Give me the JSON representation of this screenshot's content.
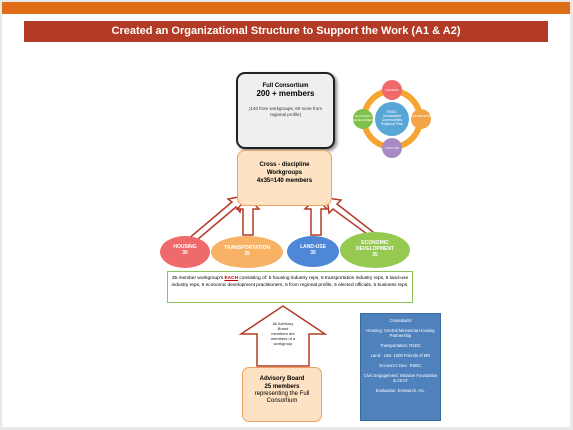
{
  "title": "Created an Organizational Structure to Support the Work (A1 & A2)",
  "full_consortium": {
    "line1": "Full Consortium",
    "line2": "200 + members",
    "line3": "(140 from workgroups, 60 more from regional profile)"
  },
  "cross_discipline": {
    "line1": "Cross - discipline",
    "line2": "Workgroups",
    "line3": "4x35=140 members"
  },
  "workgroups": [
    {
      "label": "HOUSING",
      "count": "35"
    },
    {
      "label": "TRANSPORTATION",
      "count": "35"
    },
    {
      "label": "LAND-USE",
      "count": "35"
    },
    {
      "label": "ECONOMIC DEVELOPMENT",
      "count": "35"
    }
  ],
  "members_text": {
    "part1": "35 member workgroup's ",
    "each": "EACH",
    "part2": " consisting of: 5 housing industry reps, 5 transportation industry reps, 5 land-use industry reps, 5 economic development practitioners, 5 from regional profile, 5 elected officials, 5 business reps."
  },
  "arrow_note": "All Advisory Board members are members of a workgroup",
  "advisory_board": {
    "line1": "Advisory Board",
    "line2": "25 members",
    "line3": "representing the Full Consortium"
  },
  "consultants": {
    "heading": "Consultants",
    "items": [
      "Housing: Central Minnesota Housing Partnership",
      "Transportation: RSDC",
      "Land - Use: 1000 Friends of MN",
      "Econom'c Dev.: RSDC",
      "Civic Engagement: Initiative Foundation & CEAT",
      "Evaluation: EnSearch, Inc."
    ]
  },
  "cycle": {
    "center": "RSDC Sustainable Communities Regional Plan",
    "nodes": [
      "HOUSING",
      "TRANSPORTATION",
      "LAND USE",
      "ECONOMIC DEVELOPMENT"
    ]
  },
  "colors": {
    "top_bar": "#e06e16",
    "title_bar": "#b33b25",
    "housing": "#ef6b6b",
    "transportation": "#f7b265",
    "land_use": "#4d87d6",
    "economic": "#96c94f",
    "consultants": "#4f81bd",
    "cross": "#fde2c3"
  }
}
